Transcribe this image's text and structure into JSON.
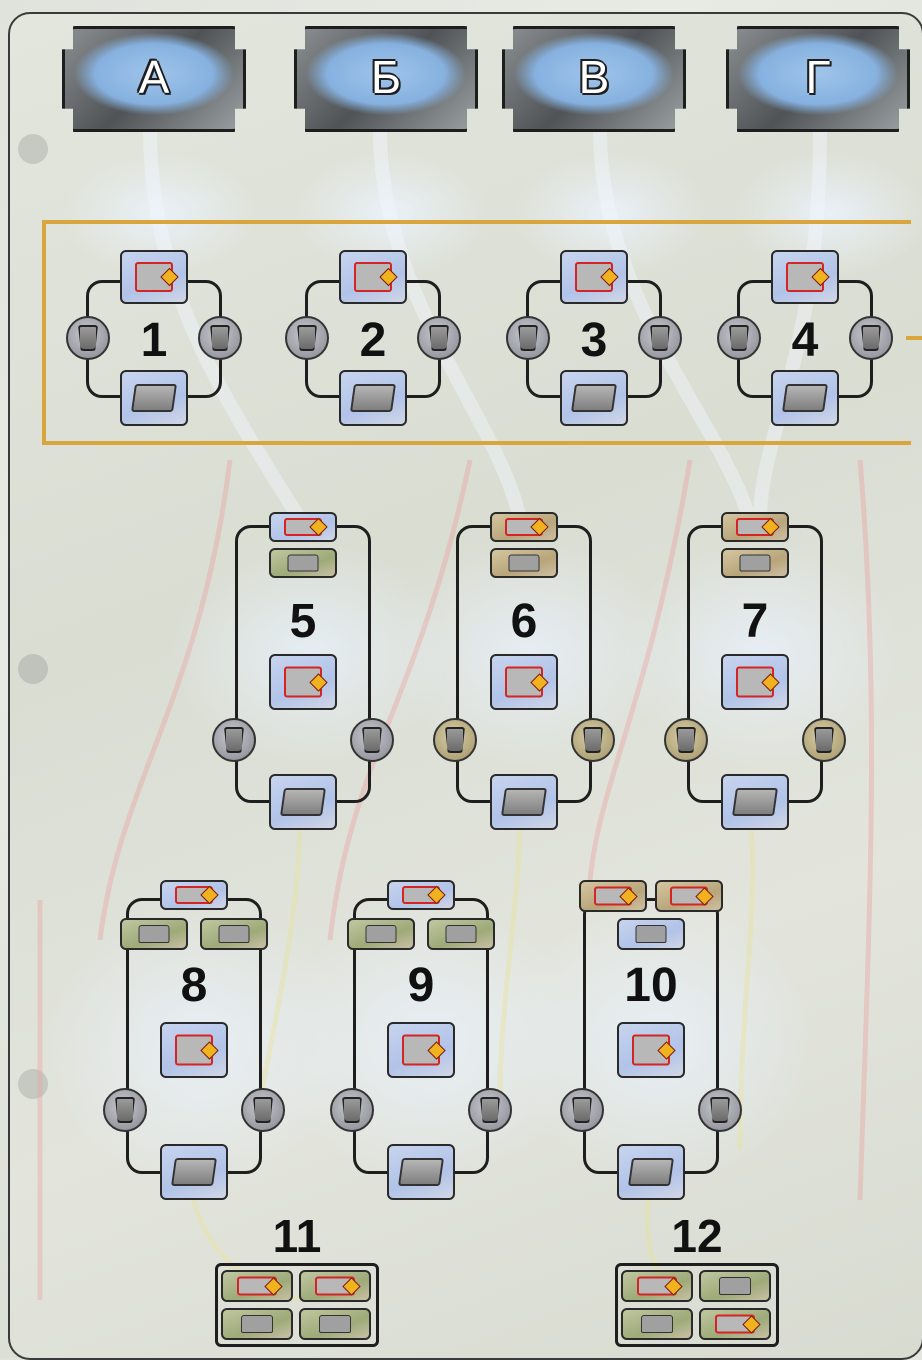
{
  "regions": [
    {
      "label": "А"
    },
    {
      "label": "Б"
    },
    {
      "label": "В"
    },
    {
      "label": "Г"
    }
  ],
  "sites": [
    {
      "number": "1"
    },
    {
      "number": "2"
    },
    {
      "number": "3"
    },
    {
      "number": "4"
    },
    {
      "number": "5"
    },
    {
      "number": "6"
    },
    {
      "number": "7"
    },
    {
      "number": "8"
    },
    {
      "number": "9"
    },
    {
      "number": "10"
    },
    {
      "number": "11"
    },
    {
      "number": "12"
    }
  ],
  "colors": {
    "highlight": "#d9a53d",
    "frame": "#1e1e1e",
    "generator_outline": "#d42424",
    "lake": "#86b1df"
  },
  "icons": [
    "dam-icon",
    "generator-icon",
    "conduit-icon",
    "slot-icon"
  ]
}
